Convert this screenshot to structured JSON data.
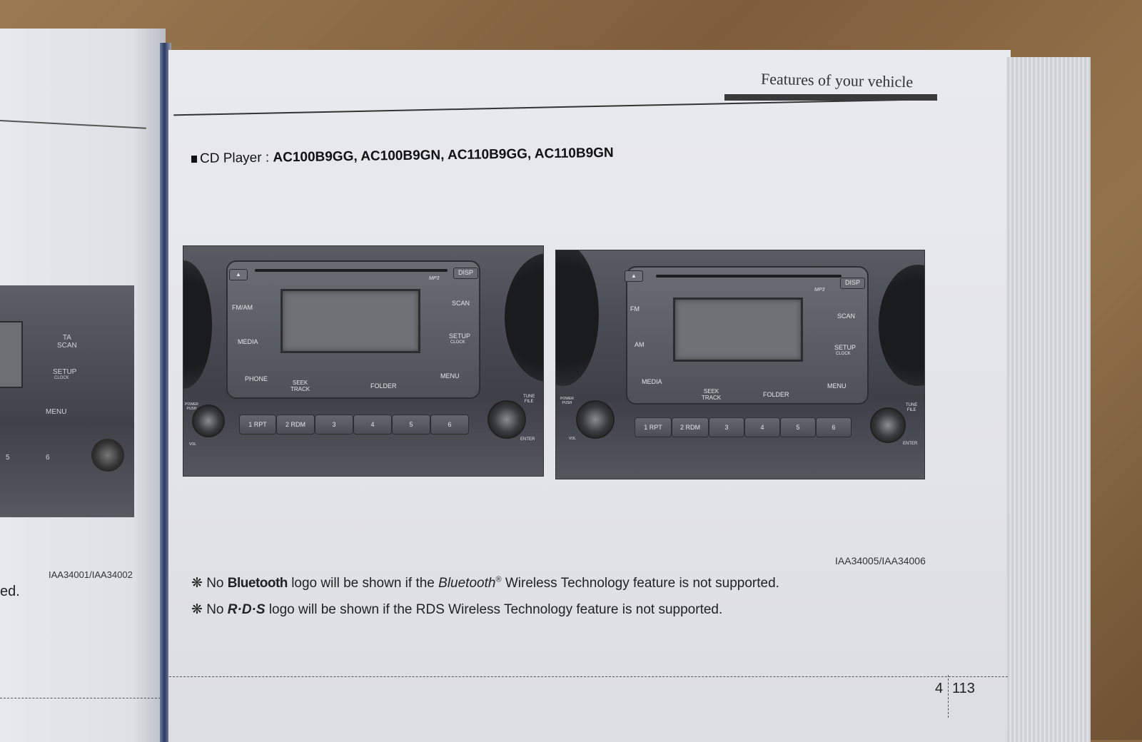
{
  "header": {
    "title": "Features of your vehicle"
  },
  "section": {
    "title_prefix": "CD Player : ",
    "models": "AC100B9GG, AC100B9GN, AC110B9GG, AC110B9GN"
  },
  "left_page": {
    "image_code": "IAA34001/IAA34002",
    "trailing_text": "ed.",
    "buttons": {
      "ta_scan": "TA\nSCAN",
      "setup": "SETUP",
      "setup_sub": "CLOCK",
      "menu": "MENU",
      "p5": "5",
      "p6": "6"
    }
  },
  "radio_a": {
    "eject": "▲",
    "disp": "DISP",
    "mp3": "MP3",
    "fm_am": "FM/AM",
    "media": "MEDIA",
    "phone": "PHONE",
    "scan": "SCAN",
    "setup": "SETUP",
    "setup_sub": "CLOCK",
    "menu": "MENU",
    "seek": "SEEK\nTRACK",
    "folder": "FOLDER",
    "presets": [
      "1 RPT",
      "2 RDM",
      "3",
      "4",
      "5",
      "6"
    ],
    "power": "POWER\nPUSH",
    "vol": "VOL",
    "tune": "TUNE\nFILE",
    "enter": "ENTER"
  },
  "radio_b": {
    "eject": "▲",
    "disp": "DISP",
    "mp3": "MP3",
    "fm": "FM",
    "am": "AM",
    "media": "MEDIA",
    "scan": "SCAN",
    "setup": "SETUP",
    "setup_sub": "CLOCK",
    "menu": "MENU",
    "seek": "SEEK\nTRACK",
    "folder": "FOLDER",
    "presets": [
      "1 RPT",
      "2 RDM",
      "3",
      "4",
      "5",
      "6"
    ],
    "power": "POWER\nPUSH",
    "vol": "VOL",
    "tune": "TUNE\nFILE",
    "enter": "ENTER"
  },
  "image_code": "IAA34005/IAA34006",
  "notes": [
    {
      "mark": "❋ No ",
      "logo": "Bluetooth",
      "mid": " logo will be shown if the ",
      "italic": "Bluetooth",
      "sup": "®",
      "rest": " Wireless Technology feature is not supported."
    },
    {
      "mark": "❋ No ",
      "logo": "R·D·S",
      "mid": " logo will be shown if the  ",
      "rest": "RDS Wireless Technology feature is not supported."
    }
  ],
  "footer": {
    "chapter": "4",
    "page": "113"
  }
}
